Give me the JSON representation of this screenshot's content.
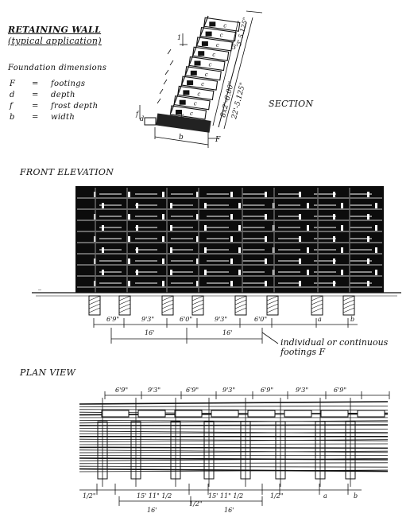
{
  "header": {
    "title": "RETAINING WALL",
    "subtitle": "(typical application)"
  },
  "legend": {
    "heading": "Foundation dimensions",
    "items": [
      {
        "sym": "F",
        "eq": "=",
        "desc": "footings"
      },
      {
        "sym": "d",
        "eq": "=",
        "desc": "depth"
      },
      {
        "sym": "f",
        "eq": "=",
        "desc": "frost depth"
      },
      {
        "sym": "b",
        "eq": "=",
        "desc": "width"
      }
    ]
  },
  "section": {
    "label": "SECTION",
    "dim_main": "8x2'-6.00\"",
    "dim_total": "22'-5.125\"",
    "dim_top": "3' 5.125\"",
    "dim_small": "3'",
    "foot_f": "f",
    "foot_b": "b",
    "foot_d": "d",
    "foot_F": "F",
    "block_letter": "c",
    "mark_one": "1",
    "mark_r": "r"
  },
  "front_elevation": {
    "label": "FRONT ELEVATION",
    "bay_labels": [
      "6'9\"",
      "9'3\"",
      "6'0\"",
      "9'3\"",
      "6'0\""
    ],
    "span_labels": [
      "16'",
      "16'"
    ],
    "dim_a": "a",
    "dim_b": "b",
    "ground_left": "--",
    "ground_right": "--",
    "note_line1": "individual or continuous",
    "note_line2": "footings   F"
  },
  "plan_view": {
    "label": "PLAN   VIEW",
    "top_labels": [
      "6'9\"",
      "9'3\"",
      "6'9\"",
      "9'3\"",
      "6'9\"",
      "9'3\"",
      "6'9\""
    ],
    "bottom_labels": [
      "1/2\"",
      "15' 11\" 1/2",
      "1/2\"",
      "15' 11\" 1/2",
      "1/2\""
    ],
    "span_labels": [
      "16'",
      "16'"
    ],
    "dim_a": "a",
    "dim_b": "b"
  }
}
